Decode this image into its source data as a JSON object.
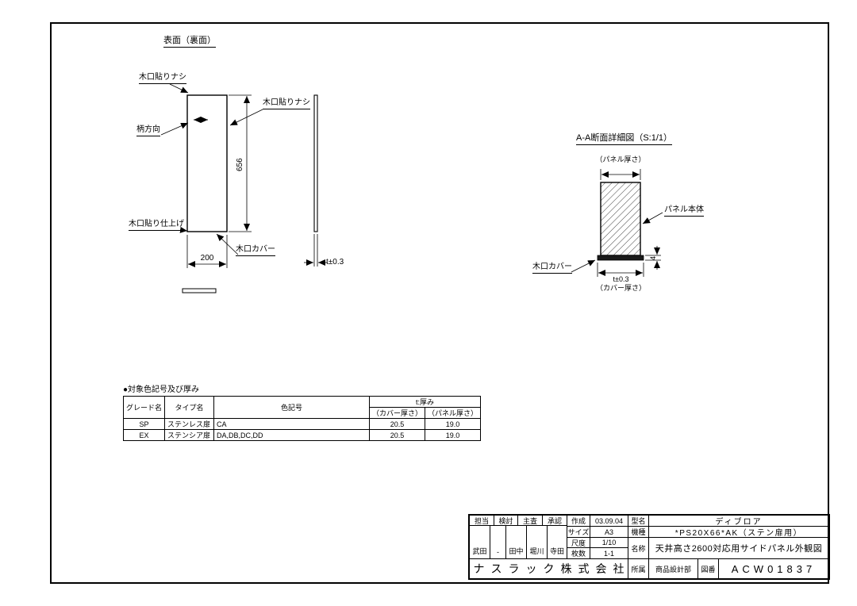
{
  "front_view": {
    "title": "表面（裏面）",
    "label_no_edge_band_top": "木口貼りナシ",
    "label_no_edge_band_right": "木口貼りナシ",
    "label_grain_direction": "柄方向",
    "label_edge_band_finish": "木口貼り仕上げ",
    "label_edge_cover": "木口カバー",
    "dim_height": "656",
    "dim_width": "200",
    "dim_thickness": "t±0.3"
  },
  "section_view": {
    "title": "A-A断面詳細図（S:1/1）",
    "label_panel_thickness": "（パネル厚さ）",
    "label_panel_body": "パネル本体",
    "label_edge_cover": "木口カバー",
    "dim_cover": "4",
    "dim_thickness": "t±0.3",
    "label_cover_thickness": "（カバー厚さ）"
  },
  "color_table": {
    "title": "●対象色記号及び厚み",
    "headers": {
      "grade": "グレード名",
      "type": "タイプ名",
      "color_code": "色記号",
      "thickness": "t:厚み",
      "cover_thickness": "（カバー厚さ）",
      "panel_thickness": "（パネル厚さ）"
    },
    "rows": [
      {
        "grade": "SP",
        "type": "ステンレス扉",
        "color_code": "CA",
        "cover": "20.5",
        "panel": "19.0"
      },
      {
        "grade": "EX",
        "type": "ステンシア扉",
        "color_code": "DA,DB,DC,DD",
        "cover": "20.5",
        "panel": "19.0"
      }
    ]
  },
  "title_block": {
    "headers": {
      "tanto": "担当",
      "kento": "検討",
      "shusa": "主査",
      "shonin": "承認"
    },
    "signers": [
      "武田",
      "-",
      "田中",
      "堀川",
      "寺田"
    ],
    "created_label": "作成",
    "created": "03.09.04",
    "size_label": "サイズ",
    "size": "A3",
    "scale_label": "尺度",
    "scale": "1/10",
    "sheets_label": "枚数",
    "sheets": "1-1",
    "model_label": "型名",
    "model": "ディブロア",
    "machine_label": "機種",
    "machine": "*PS20X66*AK（ステン扉用）",
    "name_label": "名称",
    "name": "天井高さ2600対応用サイドパネル外観図",
    "company": "ナスラック株式会社",
    "dept_label": "所属",
    "dept": "商品設計部",
    "drawing_no_label": "図番",
    "drawing_no": "ACW01837"
  }
}
